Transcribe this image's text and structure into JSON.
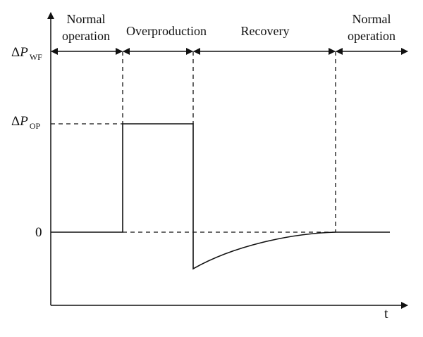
{
  "diagram": {
    "phases": [
      {
        "lines": [
          "Normal",
          "operation"
        ]
      },
      {
        "lines": [
          "Overproduction"
        ]
      },
      {
        "lines": [
          "Recovery"
        ]
      },
      {
        "lines": [
          "Normal",
          "operation"
        ]
      }
    ],
    "y_labels": {
      "wf": {
        "prefix": "Δ",
        "var": "P",
        "sub": "WF"
      },
      "op": {
        "prefix": "Δ",
        "var": "P",
        "sub": "OP"
      },
      "zero": "0"
    },
    "x_axis_label": "t",
    "signal": {
      "phase_order": [
        "normal",
        "overproduction",
        "recovery",
        "normal"
      ],
      "overproduction_level": "ΔP_OP",
      "recovery_shape": "exponential return to 0 from a negative dip"
    },
    "colors": {
      "line": "#111111",
      "background": "#ffffff"
    }
  }
}
